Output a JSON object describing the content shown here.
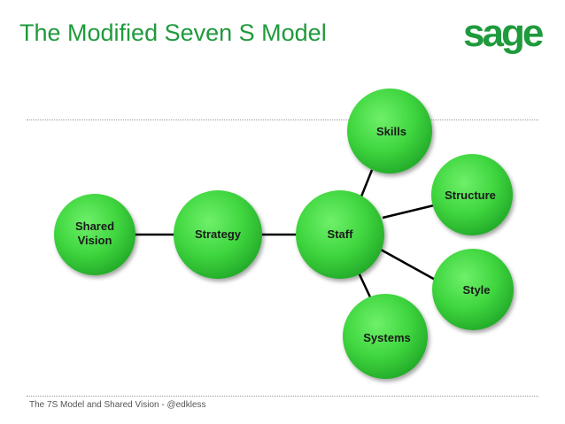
{
  "header": {
    "title": "The Modified Seven S Model",
    "logo_text": "sage"
  },
  "footer": {
    "text": "The 7S Model and Shared Vision - @edkless"
  },
  "colors": {
    "brand_green": "#1f9a3c",
    "node_fill": "#3fd63f",
    "node_dark": "#27b02a",
    "connector": "#000000"
  },
  "diagram": {
    "nodes": {
      "shared_vision": {
        "lines": [
          "Shared",
          "Vision"
        ]
      },
      "strategy": {
        "lines": [
          "Strategy"
        ]
      },
      "staff": {
        "lines": [
          "Staff"
        ]
      },
      "skills": {
        "lines": [
          "Skills"
        ]
      },
      "structure": {
        "lines": [
          "Structure"
        ]
      },
      "style": {
        "lines": [
          "Style"
        ]
      },
      "systems": {
        "lines": [
          "Systems"
        ]
      }
    }
  }
}
